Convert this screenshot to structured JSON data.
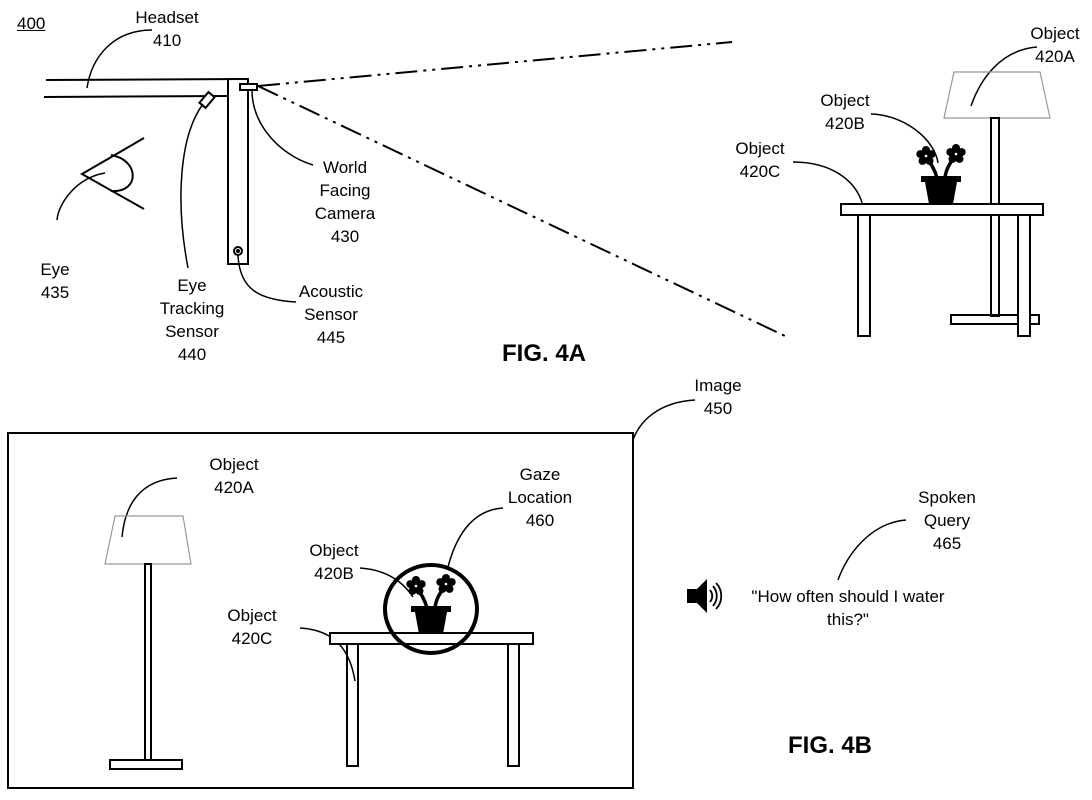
{
  "figure_number": "400",
  "fig_4a": {
    "title": "FIG. 4A",
    "labels": {
      "headset": [
        "Headset",
        "410"
      ],
      "eye": [
        "Eye",
        "435"
      ],
      "eye_tracking_sensor": [
        "Eye",
        "Tracking",
        "Sensor",
        "440"
      ],
      "world_facing_camera": [
        "World",
        "Facing",
        "Camera",
        "430"
      ],
      "acoustic_sensor": [
        "Acoustic",
        "Sensor",
        "445"
      ],
      "object_a": [
        "Object",
        "420A"
      ],
      "object_b": [
        "Object",
        "420B"
      ],
      "object_c": [
        "Object",
        "420C"
      ]
    }
  },
  "fig_4b": {
    "title": "FIG. 4B",
    "labels": {
      "image": [
        "Image",
        "450"
      ],
      "object_a": [
        "Object",
        "420A"
      ],
      "object_b": [
        "Object",
        "420B"
      ],
      "object_c": [
        "Object",
        "420C"
      ],
      "gaze_location": [
        "Gaze",
        "Location",
        "460"
      ],
      "spoken_query": [
        "Spoken",
        "Query",
        "465"
      ]
    },
    "query_text": [
      "\"How often should I water",
      "this?\""
    ],
    "speaker_icon": "speaker-icon"
  }
}
